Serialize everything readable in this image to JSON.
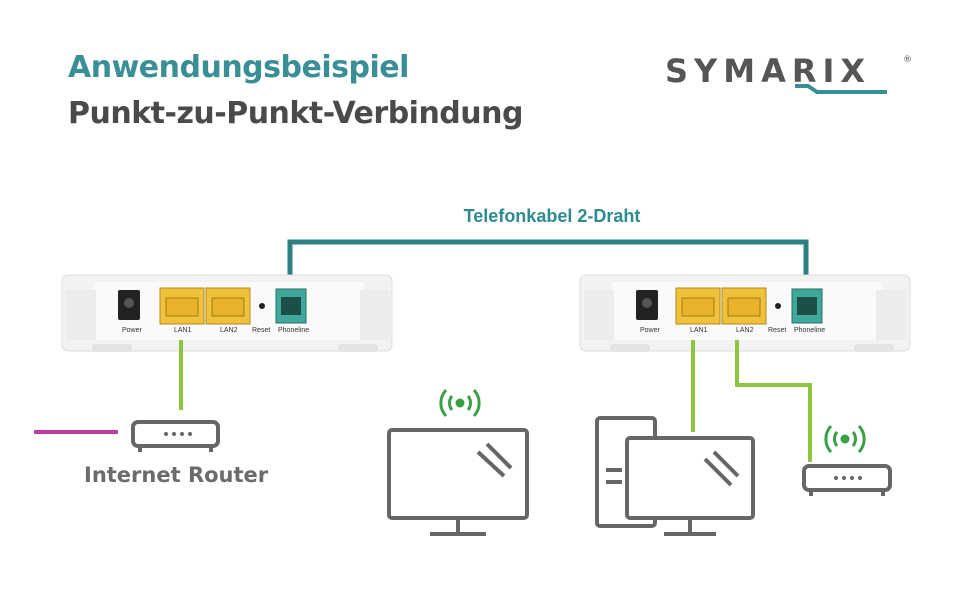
{
  "header": {
    "title": "Anwendungsbeispiel",
    "subtitle": "Punkt-zu-Punkt-Verbindung"
  },
  "logo": {
    "text": "SYMARIX",
    "registered": "®"
  },
  "cable": {
    "label": "Telefonkabel 2-Draht"
  },
  "devices": {
    "left": {
      "ports": [
        "Power",
        "LAN1",
        "LAN2",
        "Reset",
        "Phoneline"
      ]
    },
    "right": {
      "ports": [
        "Power",
        "LAN1",
        "LAN2",
        "Reset",
        "Phoneline"
      ]
    }
  },
  "router": {
    "label": "Internet Router"
  },
  "colors": {
    "accent": "#3a8f96",
    "phoneline": "#2e7f86",
    "lan": "#8cc63f",
    "wifi": "#3aa046",
    "internet": "#c0399f",
    "icon": "#666666"
  }
}
